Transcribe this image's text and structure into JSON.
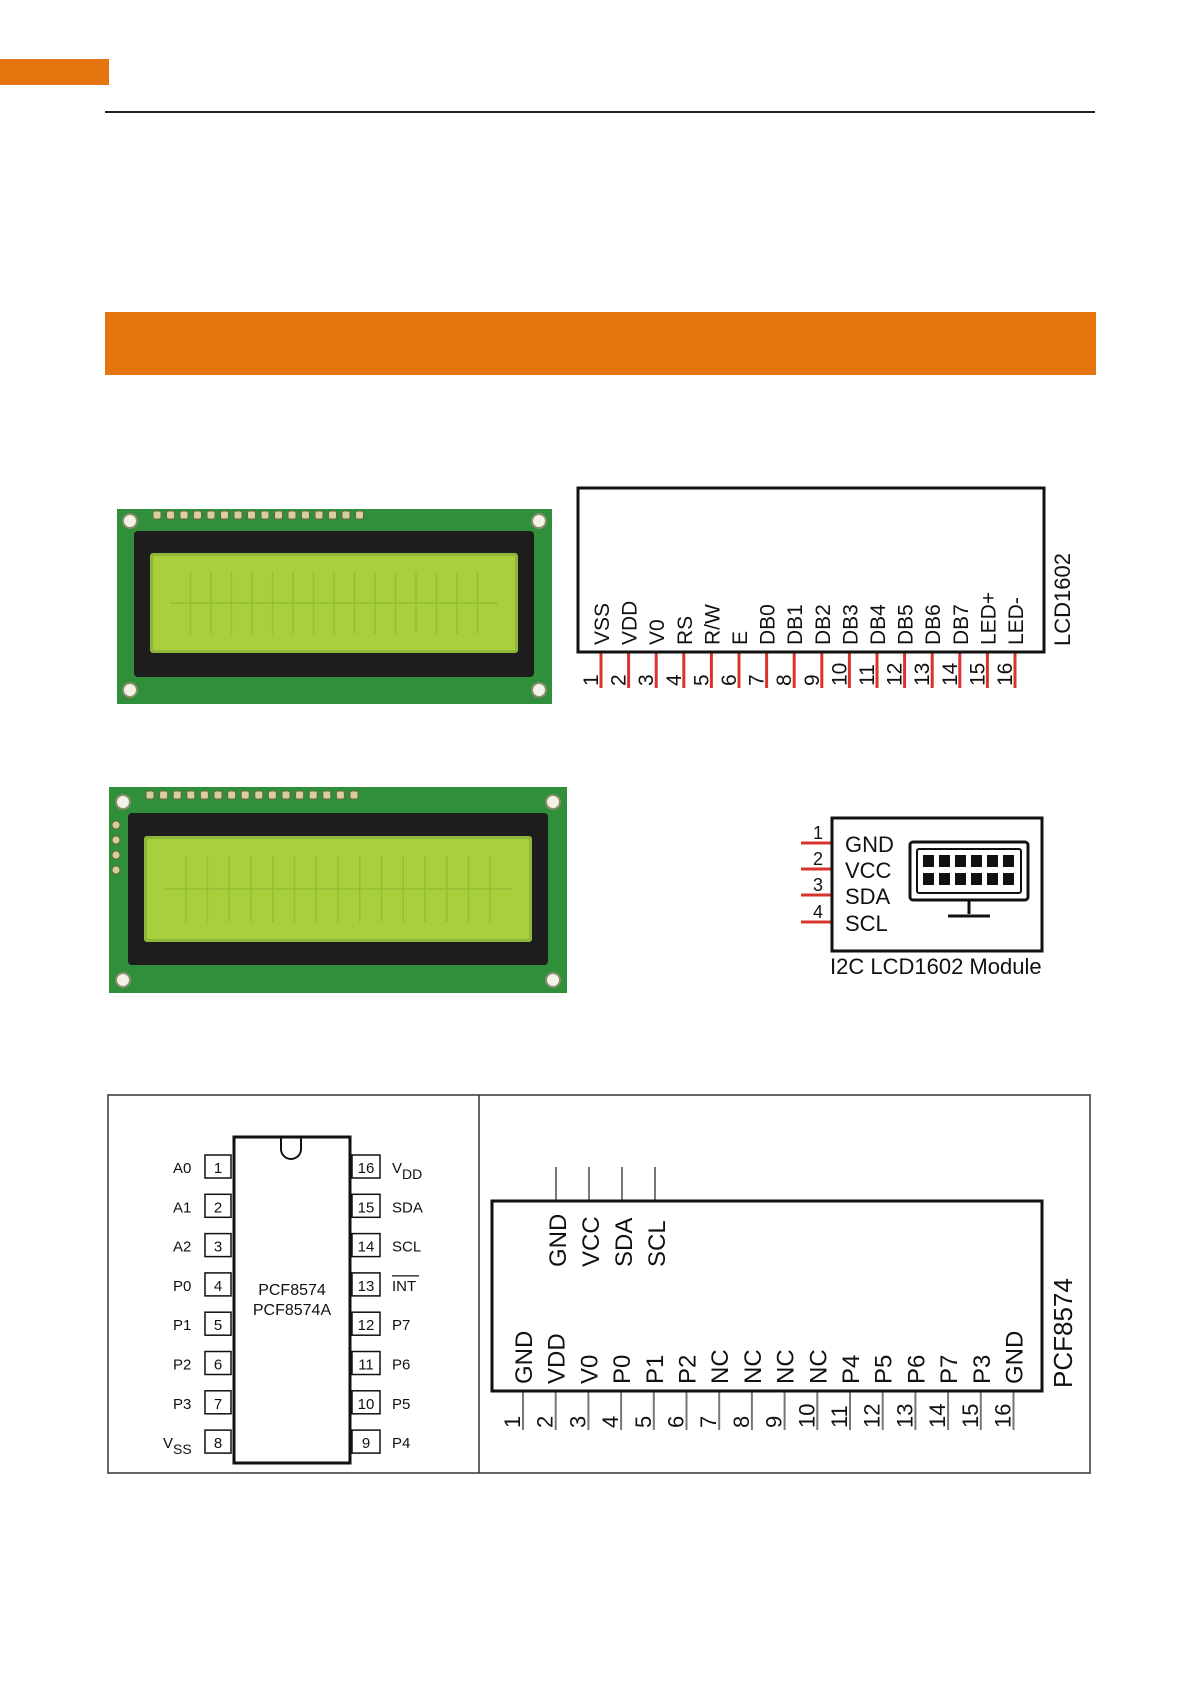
{
  "colors": {
    "accent": "#e5760f",
    "pcb": "#2f8f3a",
    "lcd_screen": "#a8d03c",
    "pin_red": "#d9342b"
  },
  "lcd1602": {
    "module_name": "LCD1602",
    "pin_numbers": [
      "1",
      "2",
      "3",
      "4",
      "5",
      "6",
      "7",
      "8",
      "9",
      "10",
      "11",
      "12",
      "13",
      "14",
      "15",
      "16"
    ],
    "pins": [
      "VSS",
      "VDD",
      "V0",
      "RS",
      "R/W",
      "E",
      "DB0",
      "DB1",
      "DB2",
      "DB3",
      "DB4",
      "DB5",
      "DB6",
      "DB7",
      "LED+",
      "LED-"
    ]
  },
  "i2c_module": {
    "caption": "I2C LCD1602 Module",
    "pin_numbers": [
      "1",
      "2",
      "3",
      "4"
    ],
    "pins": [
      "GND",
      "VCC",
      "SDA",
      "SCL"
    ],
    "icon": "monitor-icon"
  },
  "pcf_chip": {
    "name_line1": "PCF8574",
    "name_line2": "PCF8574A",
    "left_pins": [
      {
        "num": "1",
        "label": "A0"
      },
      {
        "num": "2",
        "label": "A1"
      },
      {
        "num": "3",
        "label": "A2"
      },
      {
        "num": "4",
        "label": "P0"
      },
      {
        "num": "5",
        "label": "P1"
      },
      {
        "num": "6",
        "label": "P2"
      },
      {
        "num": "7",
        "label": "P3"
      },
      {
        "num": "8",
        "label": "V",
        "sub": "SS"
      }
    ],
    "right_pins": [
      {
        "num": "16",
        "label": "V",
        "sub": "DD"
      },
      {
        "num": "15",
        "label": "SDA"
      },
      {
        "num": "14",
        "label": "SCL"
      },
      {
        "num": "13",
        "label": "INT",
        "overline": true
      },
      {
        "num": "12",
        "label": "P7"
      },
      {
        "num": "11",
        "label": "P6"
      },
      {
        "num": "10",
        "label": "P5"
      },
      {
        "num": "9",
        "label": "P4"
      }
    ]
  },
  "pcf_module": {
    "name": "PCF8574",
    "top_pins": [
      "GND",
      "VCC",
      "SDA",
      "SCL"
    ],
    "pin_numbers": [
      "1",
      "2",
      "3",
      "4",
      "5",
      "6",
      "7",
      "8",
      "9",
      "10",
      "11",
      "12",
      "13",
      "14",
      "15",
      "16"
    ],
    "pins": [
      "GND",
      "VDD",
      "V0",
      "P0",
      "P1",
      "P2",
      "NC",
      "NC",
      "NC",
      "NC",
      "P4",
      "P5",
      "P6",
      "P7",
      "P3",
      "GND"
    ]
  }
}
